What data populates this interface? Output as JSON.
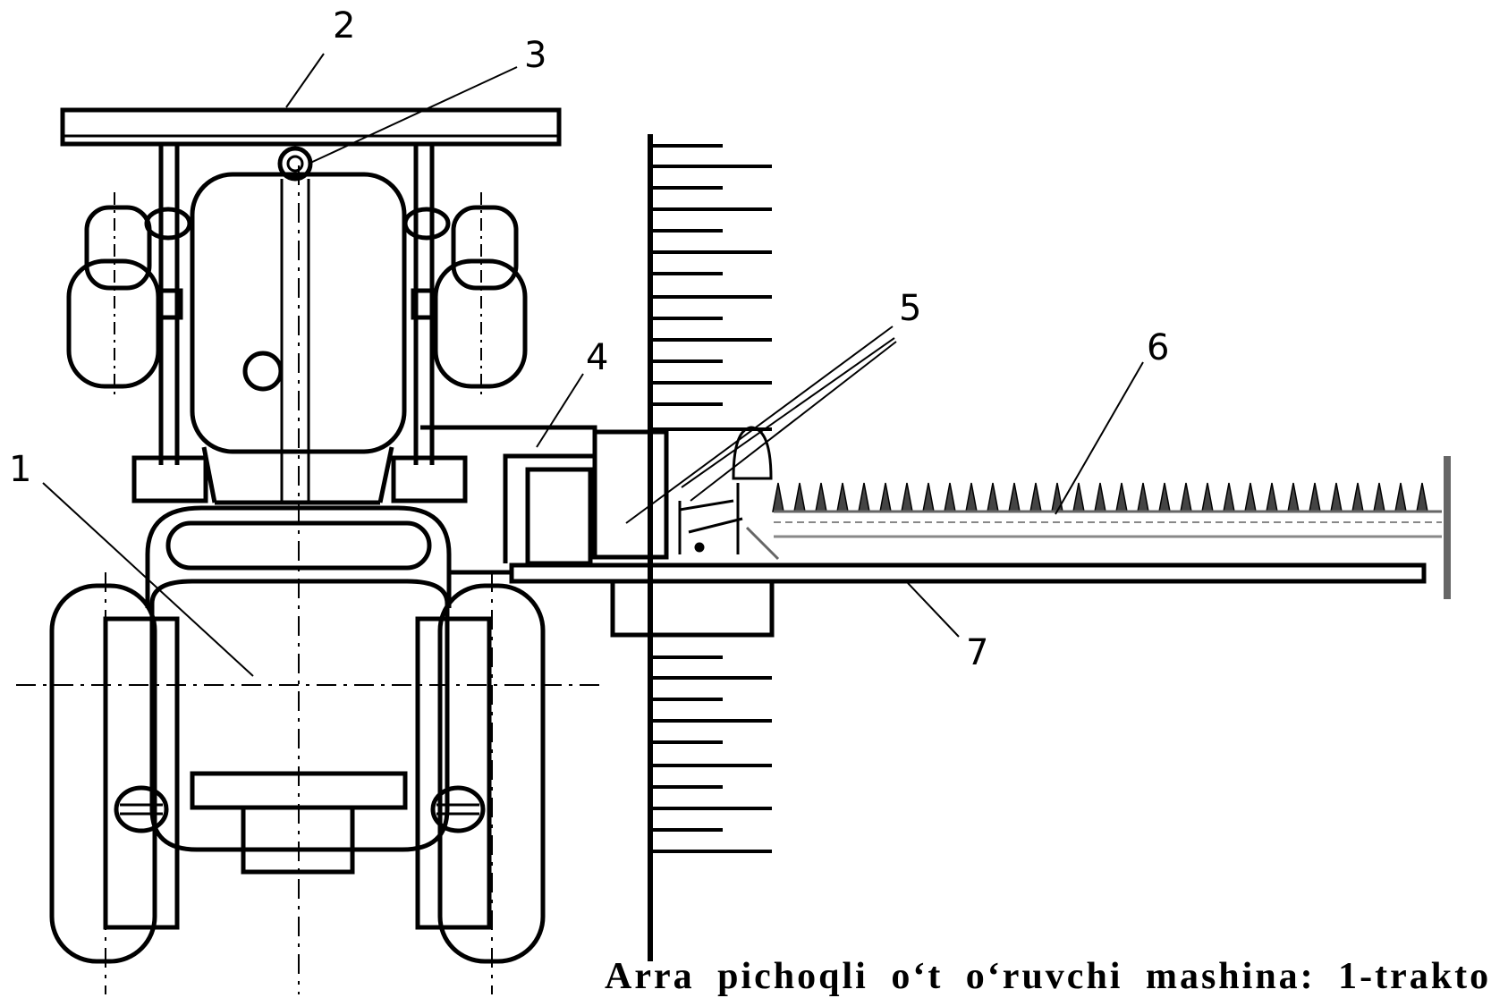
{
  "callouts": {
    "tractor": "1",
    "front_beam": "2",
    "pivot": "3",
    "frame_arm": "4",
    "drive_box": "5",
    "cutter_bar": "6",
    "support_bar": "7"
  },
  "caption": "Arra pichoqli o‘t o‘ruvchi mashina: 1-trakto"
}
